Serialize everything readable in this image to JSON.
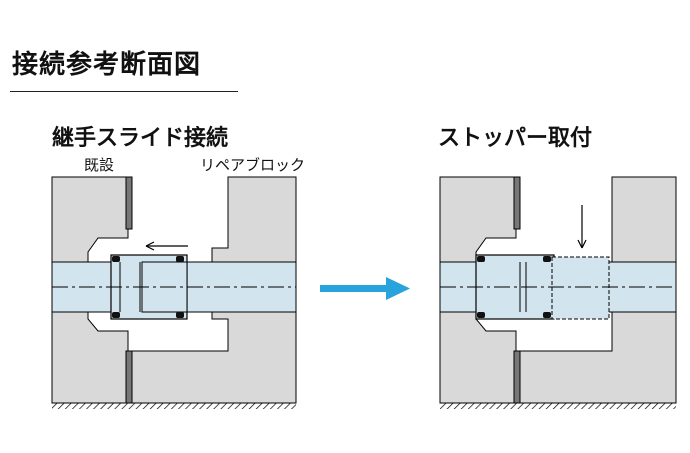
{
  "page_title": "接続参考断面図",
  "left_panel": {
    "heading": "継手スライド接続",
    "label_existing": "既設",
    "label_repair": "リペアブロック"
  },
  "right_panel": {
    "heading": "ストッパー取付"
  },
  "colors": {
    "wall": "#d9d9d9",
    "pipe": "#d2e4ee",
    "line": "#000000",
    "flow_arrow": "#29a3dc"
  }
}
